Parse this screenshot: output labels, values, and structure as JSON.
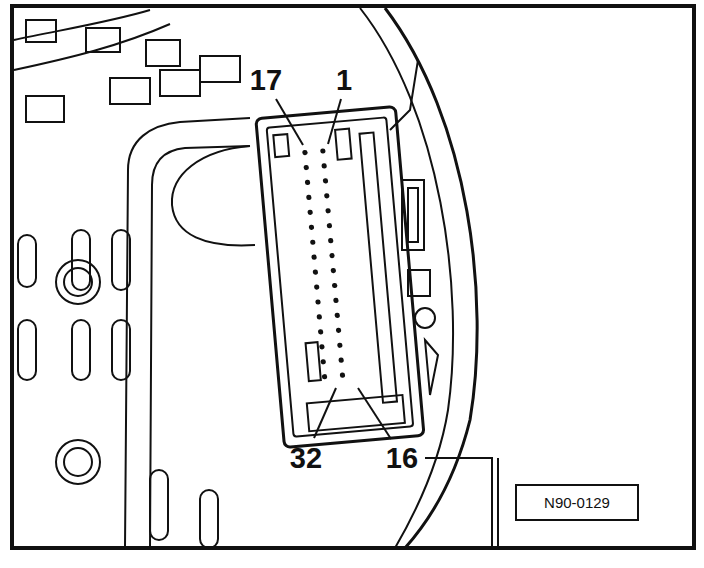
{
  "diagram": {
    "nodes": [
      {
        "text": [
          "N90-0129"
        ]
      }
    ],
    "labels": [
      "17",
      "1",
      "32",
      "16"
    ]
  }
}
